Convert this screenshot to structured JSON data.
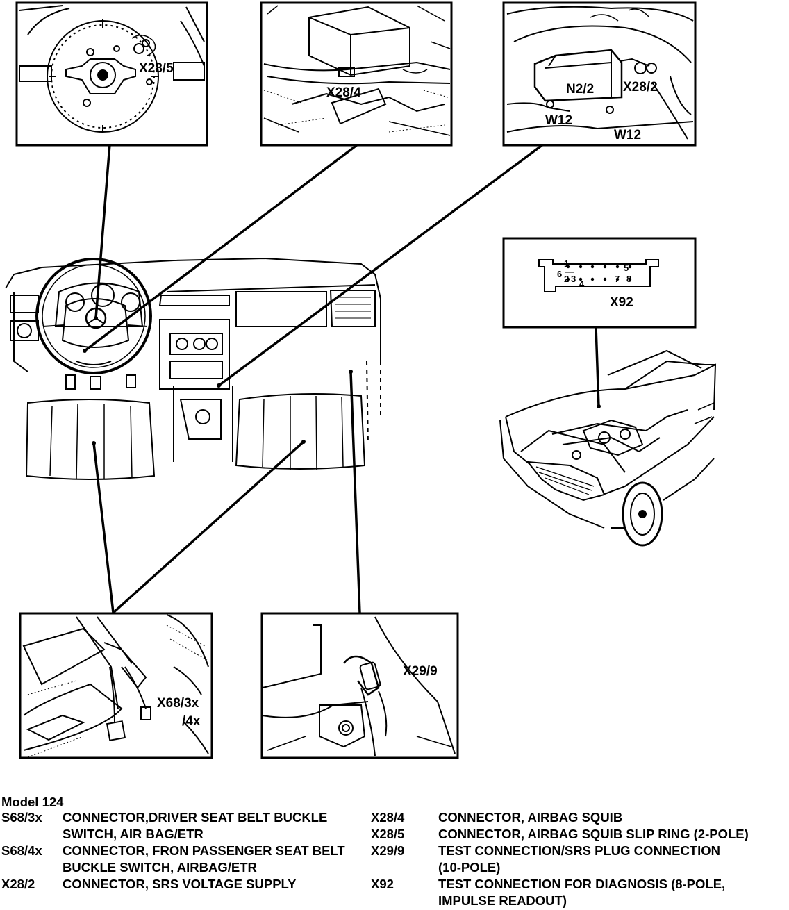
{
  "callouts": {
    "x28_5": "X28/5",
    "x28_4": "X28/4",
    "n2_2": "N2/2",
    "x28_2": "X28/2",
    "w12_a": "W12",
    "w12_b": "W12",
    "x92": "X92",
    "x68_line1": "X68/3x",
    "x68_line2": "/4x",
    "x29_9": "X29/9"
  },
  "x92_pins": [
    "1",
    "2",
    "3",
    "4",
    "5",
    "6",
    "7",
    "8"
  ],
  "legend": {
    "title": "Model 124",
    "left": [
      {
        "code": "S68/3x",
        "lines": [
          "CONNECTOR,DRIVER SEAT BELT BUCKLE",
          "SWITCH, AIR BAG/ETR"
        ]
      },
      {
        "code": "S68/4x",
        "lines": [
          "CONNECTOR, FRON PASSENGER SEAT BELT",
          "BUCKLE SWITCH, AIRBAG/ETR"
        ]
      },
      {
        "code": "X28/2",
        "lines": [
          "CONNECTOR, SRS VOLTAGE SUPPLY"
        ]
      }
    ],
    "right": [
      {
        "code": "X28/4",
        "lines": [
          "CONNECTOR, AIRBAG SQUIB"
        ]
      },
      {
        "code": "X28/5",
        "lines": [
          "CONNECTOR, AIRBAG SQUIB SLIP RING (2-POLE)"
        ]
      },
      {
        "code": "X29/9",
        "lines": [
          "TEST CONNECTION/SRS PLUG CONNECTION",
          "(10-POLE)"
        ]
      },
      {
        "code": "X92",
        "lines": [
          "TEST CONNECTION FOR DIAGNOSIS (8-POLE,",
          "IMPULSE READOUT)"
        ]
      }
    ]
  }
}
